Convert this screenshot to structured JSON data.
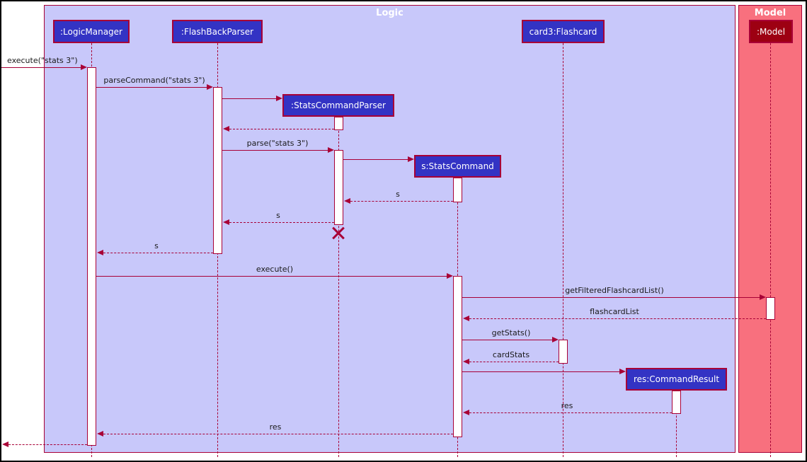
{
  "frames": {
    "logic": {
      "title": "Logic"
    },
    "model": {
      "title": "Model"
    }
  },
  "participants": {
    "logic_manager": {
      "label": ":LogicManager"
    },
    "flashback_parser": {
      "label": ":FlashBackParser"
    },
    "stats_command_parser": {
      "label": ":StatsCommandParser"
    },
    "stats_command": {
      "label": "s:StatsCommand"
    },
    "card3_flashcard": {
      "label": "card3:Flashcard"
    },
    "command_result": {
      "label": "res:CommandResult"
    },
    "model": {
      "label": ":Model"
    }
  },
  "messages": {
    "execute_stats": {
      "label": "execute(\"stats 3\")"
    },
    "parse_command": {
      "label": "parseCommand(\"stats 3\")"
    },
    "parse": {
      "label": "parse(\"stats 3\")"
    },
    "s_to_parser": {
      "label": "s"
    },
    "s_to_flashback": {
      "label": "s"
    },
    "s_to_logic": {
      "label": "s"
    },
    "execute": {
      "label": "execute()"
    },
    "get_filtered": {
      "label": "getFilteredFlashcardList()"
    },
    "flashcard_list": {
      "label": "flashcardList"
    },
    "get_stats": {
      "label": "getStats()"
    },
    "card_stats": {
      "label": "cardStats"
    },
    "res_to_command": {
      "label": "res"
    },
    "res_to_logic": {
      "label": "res"
    }
  },
  "colors": {
    "arrow": "#A80036",
    "logic_frame_fill": "#C8C8FA",
    "model_frame_fill": "#F8707E",
    "participant_fill": "#3333C4",
    "model_participant_fill": "#9D0012",
    "activation_fill": "#FFFFFF",
    "frame_title_color": "#FFFFFF",
    "message_label_color": "#1A1A1A"
  }
}
